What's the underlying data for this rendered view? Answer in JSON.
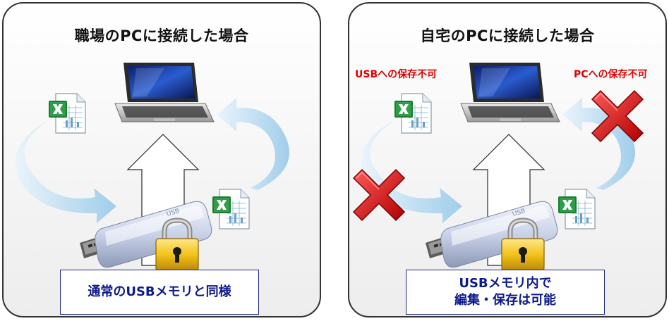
{
  "left_panel": {
    "title": "職場のPCに接続した場合",
    "caption": [
      "通常のUSBメモリと同様"
    ]
  },
  "right_panel": {
    "title": "自宅のPCに接続した場合",
    "warning_usb": "USBへの保存不可",
    "warning_pc": "PCへの保存不可",
    "caption": [
      "USBメモリ内で",
      "編集・保存は可能"
    ]
  },
  "usb_label": "USB",
  "icons": [
    "laptop-icon",
    "usb-drive-icon",
    "padlock-icon",
    "excel-file-icon",
    "red-x-icon",
    "up-arrow-icon",
    "curved-arrow-icon"
  ],
  "colors": {
    "warning": "#e00000",
    "caption_text": "#0d1a8a",
    "caption_border": "#1e2a80",
    "x_mark": "#d40000",
    "arrow": "#b9dcf2"
  }
}
